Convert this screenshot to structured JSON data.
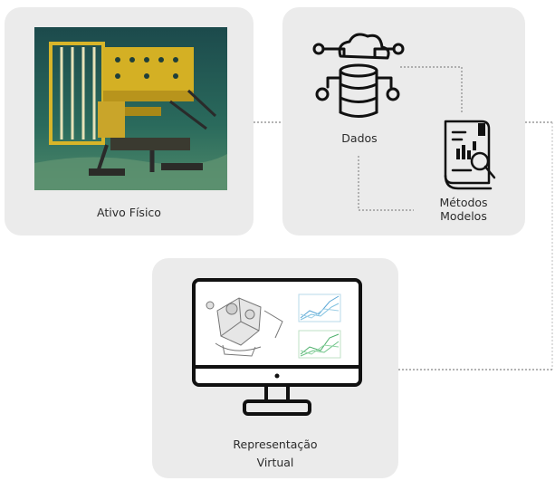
{
  "nodes": {
    "ativo_fisico": {
      "label": "Ativo Físico"
    },
    "dados": {
      "label": "Dados"
    },
    "metodos_modelos": {
      "line1": "Métodos",
      "line2": "Modelos"
    },
    "representacao_virtual": {
      "line1": "Representação",
      "line2": "Virtual"
    }
  },
  "colors": {
    "card_bg": "#ebebeb",
    "icon_stroke": "#111111",
    "connector": "#9a9a9a",
    "photo_water": "#1f4f4a",
    "equipment_yellow": "#d7b52a",
    "chart_blue": "#5aa6d6",
    "chart_green": "#4caf6a"
  },
  "icons": [
    "database-cloud-icon",
    "report-analytics-icon",
    "computer-monitor-icon"
  ]
}
